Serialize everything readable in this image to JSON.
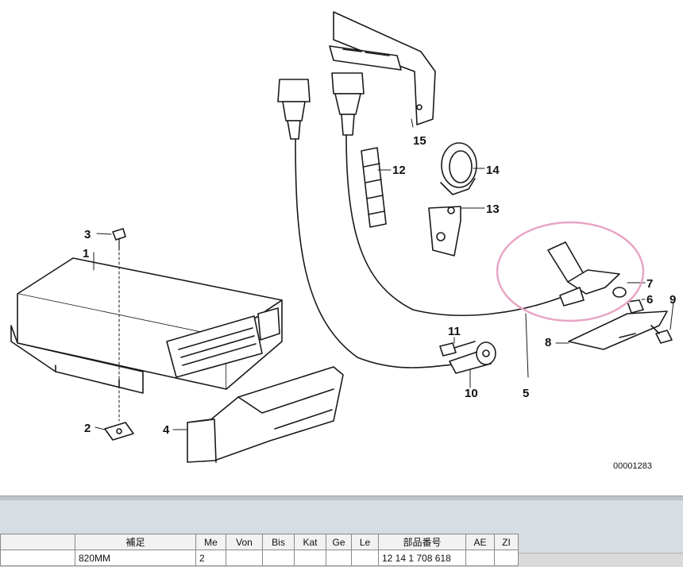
{
  "diagram": {
    "ref_number": "00001283",
    "callouts": [
      "1",
      "2",
      "3",
      "4",
      "5",
      "6",
      "7",
      "8",
      "9",
      "10",
      "11",
      "12",
      "13",
      "14",
      "15"
    ],
    "highlight_color": "#e8a6c6"
  },
  "table": {
    "headers": [
      "補足",
      "Me",
      "Von",
      "Bis",
      "Kat",
      "Ge",
      "Le",
      "部品番号",
      "AE",
      "ZI"
    ],
    "rows": [
      [
        "820MM",
        "2",
        "",
        "",
        "",
        "",
        "",
        "12 14 1 708 618",
        "",
        ""
      ]
    ]
  }
}
